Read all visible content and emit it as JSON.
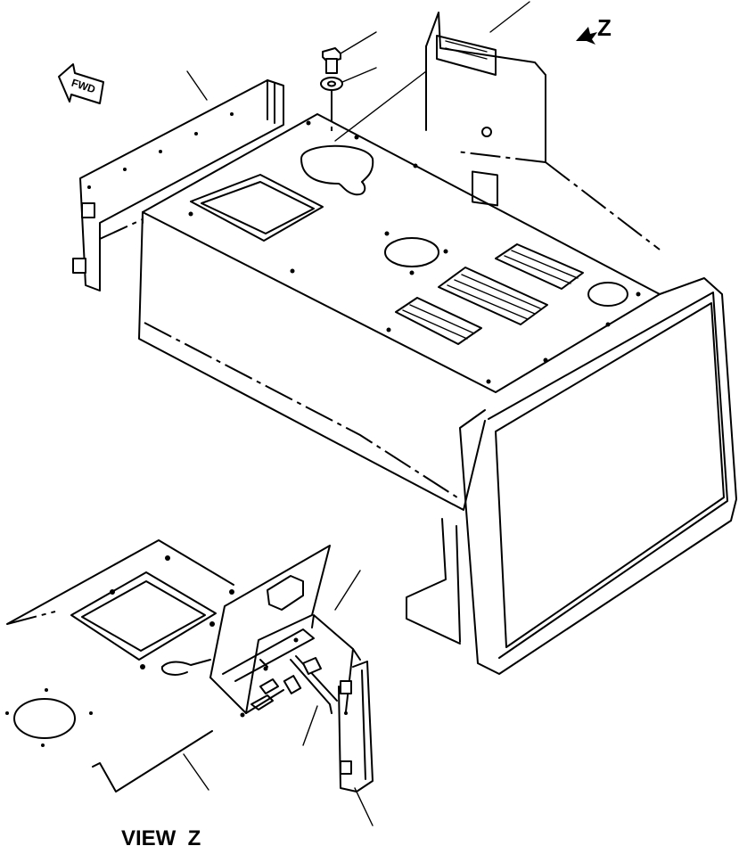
{
  "labels": {
    "view_marker": "Z",
    "view_title": "VIEW  Z",
    "forward_marker": "FWD"
  }
}
